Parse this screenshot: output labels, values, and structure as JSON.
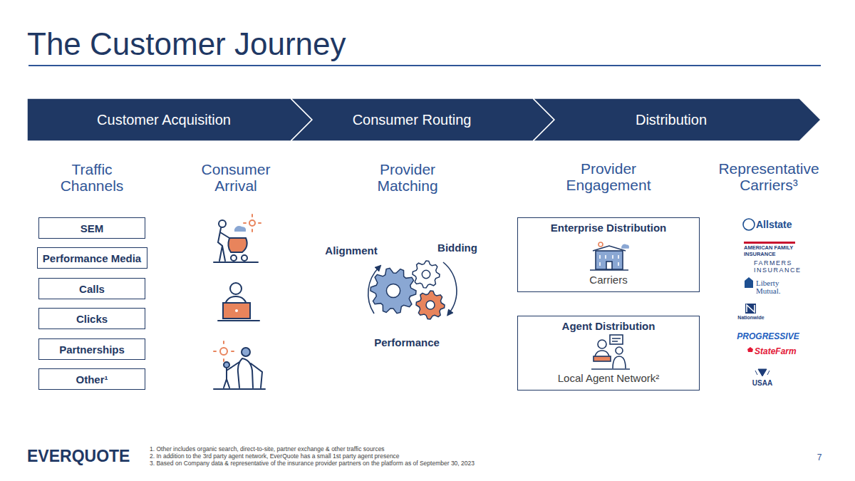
{
  "diagram": {
    "title": "The Customer Journey",
    "nodes": [
      {
        "text": [
          "Customer Acquisition"
        ]
      },
      {
        "text": [
          "Consumer Routing"
        ]
      },
      {
        "text": [
          "Distribution"
        ]
      },
      {
        "text": [
          "SEM"
        ]
      },
      {
        "text": [
          "Performance Media"
        ]
      },
      {
        "text": [
          "Calls"
        ]
      },
      {
        "text": [
          "Clicks"
        ]
      },
      {
        "text": [
          "Partnerships"
        ]
      },
      {
        "text": [
          "Other¹"
        ]
      },
      {
        "text": [
          "Enterprise Distribution",
          "Carriers"
        ]
      },
      {
        "text": [
          "Agent Distribution",
          "Local Agent Network²"
        ]
      }
    ],
    "edges": [],
    "labels": [
      "Traffic Channels",
      "Consumer Arrival",
      "Provider Matching",
      "Provider Engagement",
      "Representative Carriers³",
      "Alignment",
      "Bidding",
      "Performance",
      "Allstate",
      "AMERICAN FAMILY INSURANCE",
      "FARMERS INSURANCE",
      "Liberty Mutual.",
      "Nationwide",
      "PROGRESSIVE",
      "StateFarm",
      "USAA",
      "EVERQUOTE",
      "1.  Other includes organic search, direct-to-site, partner exchange & other traffic sources",
      "2.  In addition to the 3rd party agent network, EverQuote has a small 1st party agent presence",
      "3.  Based on Company data & representative of the insurance provider partners on the platform as of September 30, 2023",
      "7"
    ]
  }
}
